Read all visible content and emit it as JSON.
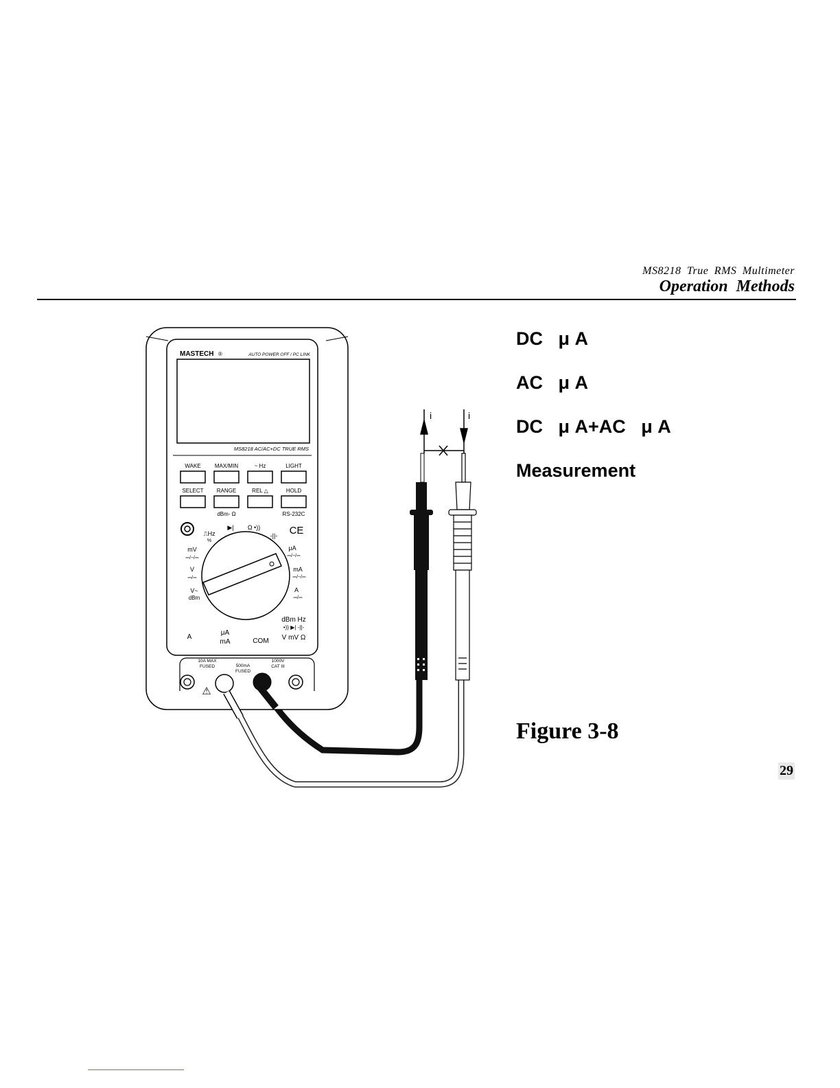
{
  "header": {
    "subtitle": "MS8218 True RMS Multimeter",
    "title": "Operation Methods"
  },
  "labels": [
    "DC   μ A",
    "AC   μ A",
    "DC   μ A+AC   μ A",
    "Measurement"
  ],
  "figure_caption": "Figure 3-8",
  "page_number": "29",
  "meter": {
    "brand": "MASTECH",
    "brand_mark": "®",
    "top_text": "AUTO POWER OFF / PC LINK",
    "model": "MS8218 AC/AC+DC TRUE RMS",
    "buttons_row1": [
      "WAKE",
      "MAX/MIN",
      "~ Hz",
      "LIGHT"
    ],
    "buttons_row2": [
      "SELECT",
      "RANGE",
      "REL △",
      "HOLD"
    ],
    "under_buttons": [
      "dBm- Ω",
      "RS-232C"
    ],
    "ce_mark": "CE",
    "dial_left": [
      "⎍Hz",
      "%",
      "mV",
      "⎓/~/⎓",
      "V",
      "⎓/⎓",
      "V~",
      "dBm"
    ],
    "dial_top": [
      "▶|",
      "Ω •))",
      "-||-"
    ],
    "dial_right": [
      "μA",
      "⎓/~/⎓",
      "mA",
      "⎓/~/⎓",
      "A",
      "⎓/⎓"
    ],
    "terminal_labels": [
      "A",
      "μA",
      "mA",
      "COM",
      "dBm Hz",
      "•)) ▶| -||-",
      "V mV Ω"
    ],
    "fuse_labels": [
      "10A MAX",
      "FUSED",
      "500mA",
      "FUSED",
      "1000V",
      "CAT III"
    ],
    "warning_symbol": "⚠",
    "current_labels": [
      "i",
      "i"
    ],
    "break_mark": "X"
  }
}
